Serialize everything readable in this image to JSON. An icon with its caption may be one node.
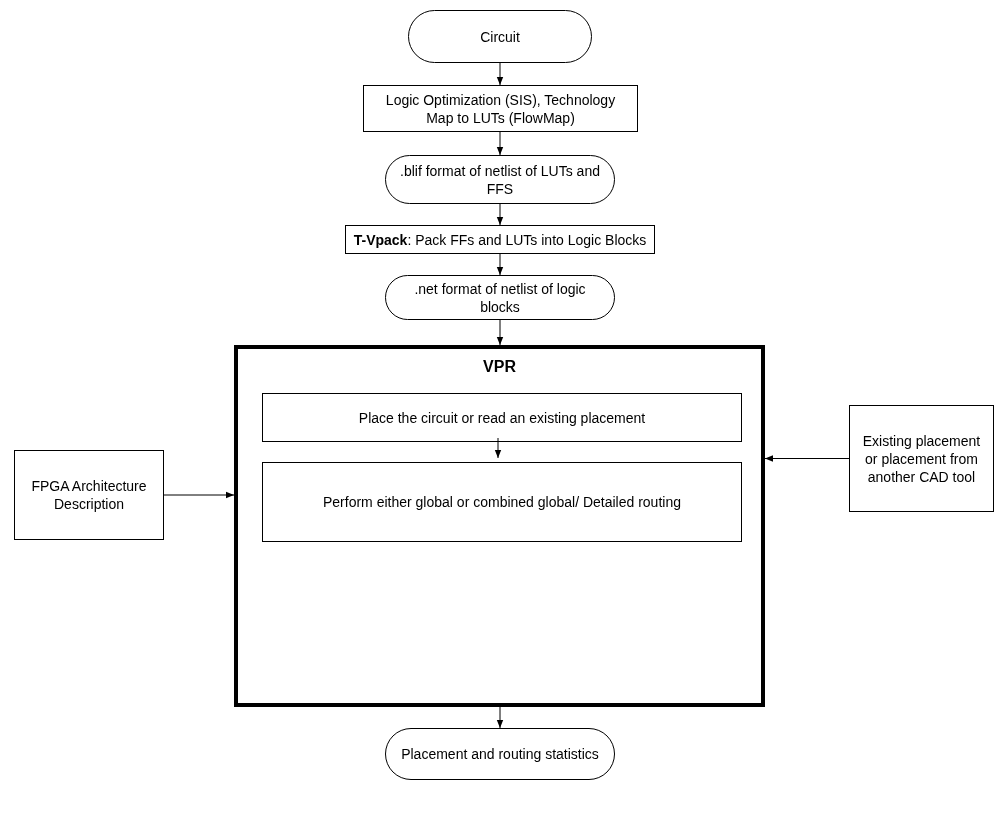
{
  "diagram": {
    "nodes": [
      {
        "text": [
          "Circuit"
        ]
      },
      {
        "text": [
          "Logic Optimization (SIS), Technology Map to LUTs (FlowMap)"
        ]
      },
      {
        "text": [
          ".blif format of netlist of LUTs and FFS"
        ]
      },
      {
        "text": [
          "**T-Vpack**: Pack FFs and LUTs into Logic Blocks"
        ]
      },
      {
        "text": [
          ".net format of netlist of logic blocks"
        ]
      },
      {
        "text": [
          "VPR"
        ]
      },
      {
        "text": [
          "Place the circuit or read an existing placement"
        ],
        "in": 5
      },
      {
        "text": [
          "Perform either global or combined global/ Detailed routing"
        ],
        "in": 5
      },
      {
        "text": [
          "FPGA Architecture Description"
        ]
      },
      {
        "text": [
          "Existing placement or placement from another CAD tool"
        ]
      },
      {
        "text": [
          "Placement and routing statistics"
        ]
      }
    ],
    "edges": [
      {
        "from": 0,
        "to": 1,
        "arrow": "to"
      },
      {
        "from": 1,
        "to": 2,
        "arrow": "to"
      },
      {
        "from": 2,
        "to": 3,
        "arrow": "to"
      },
      {
        "from": 3,
        "to": 4,
        "arrow": "to"
      },
      {
        "from": 4,
        "to": 5,
        "arrow": "to"
      },
      {
        "from": 6,
        "to": 7,
        "arrow": "to"
      },
      {
        "from": 8,
        "to": 5,
        "arrow": "to"
      },
      {
        "from": 9,
        "to": 5,
        "arrow": "to"
      },
      {
        "from": 5,
        "to": 10,
        "arrow": "to"
      }
    ]
  }
}
